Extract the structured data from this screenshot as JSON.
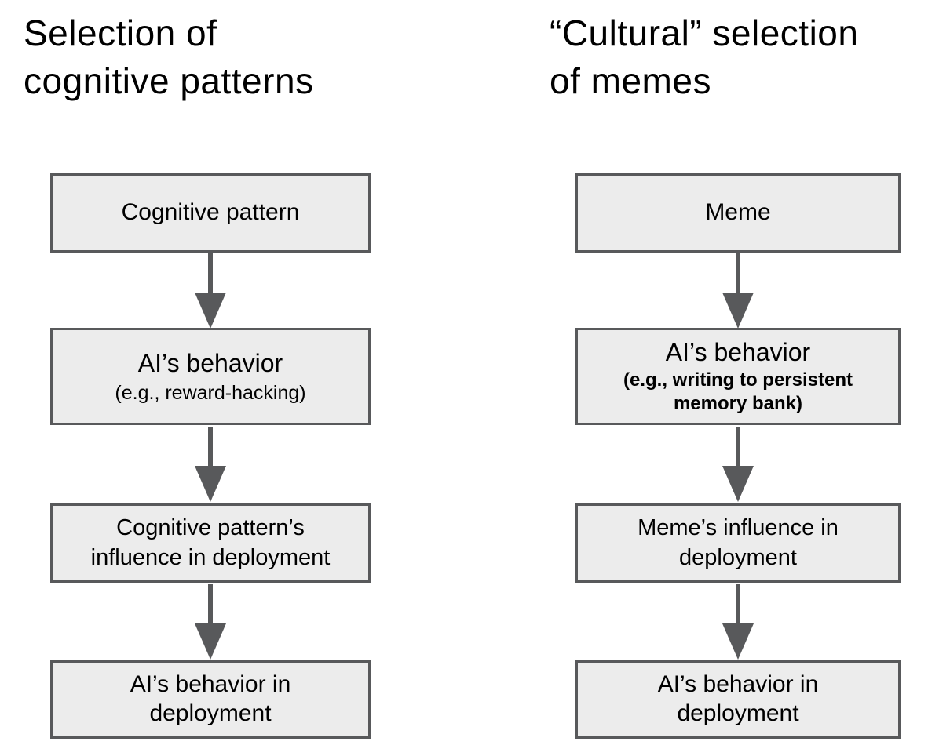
{
  "left": {
    "title_line1": "Selection of",
    "title_line2": "cognitive patterns",
    "box1": {
      "text": "Cognitive pattern"
    },
    "box2": {
      "main": "AI’s behavior",
      "sub": "(e.g., reward-hacking)"
    },
    "box3": {
      "line1": "Cognitive pattern’s",
      "line2": "influence in deployment"
    },
    "box4": {
      "line1": "AI’s behavior in",
      "line2": "deployment"
    }
  },
  "right": {
    "title_line1": "“Cultural” selection",
    "title_line2": "of memes",
    "box1": {
      "text": "Meme"
    },
    "box2": {
      "main": "AI’s behavior",
      "sub_line1": "(e.g., writing to persistent",
      "sub_line2": "memory bank)"
    },
    "box3": {
      "line1": "Meme’s influence in",
      "line2": "deployment"
    },
    "box4": {
      "line1": "AI’s behavior in",
      "line2": "deployment"
    }
  },
  "colors": {
    "box_fill": "#ececec",
    "box_border": "#58595b",
    "arrow": "#58595b",
    "text": "#000000",
    "background": "#ffffff"
  }
}
